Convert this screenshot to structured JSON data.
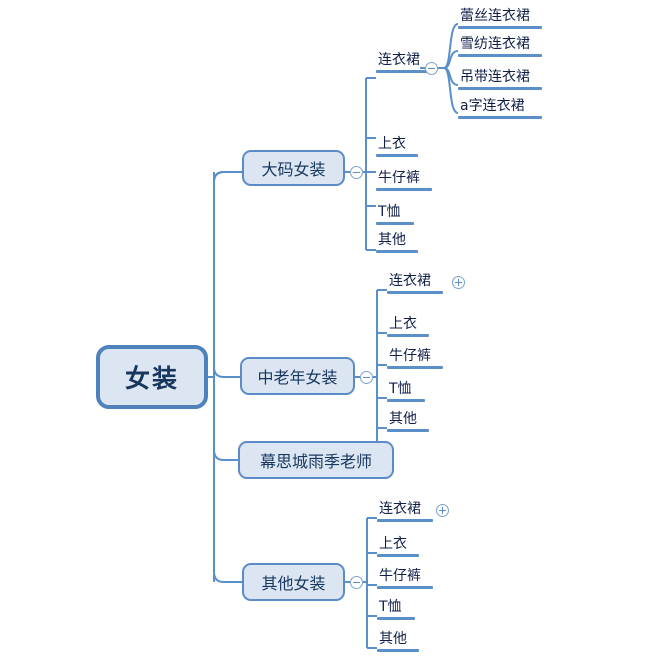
{
  "diagram": {
    "type": "mind-map",
    "title": "女装",
    "colors": {
      "root_border": "#4f81bd",
      "node_fill": "#dce6f2",
      "node_border": "#5b8cc8",
      "connector": "#5b8fc9",
      "text": "#17375e",
      "underline": "#5b8fc9"
    }
  },
  "root": {
    "label": "女装"
  },
  "branches": [
    {
      "label": "大码女装",
      "knob": "collapse-icon",
      "children": [
        {
          "label": "连衣裙",
          "knob": "collapse-icon",
          "children": [
            {
              "label": "蕾丝连衣裙"
            },
            {
              "label": "雪纺连衣裙"
            },
            {
              "label": "吊带连衣裙"
            },
            {
              "label": "a字连衣裙"
            }
          ]
        },
        {
          "label": "上衣"
        },
        {
          "label": "牛仔裤"
        },
        {
          "label": "T恤"
        },
        {
          "label": "其他"
        }
      ]
    },
    {
      "label": "中老年女装",
      "knob": "collapse-icon",
      "children": [
        {
          "label": "连衣裙",
          "knob": "expand-icon"
        },
        {
          "label": "上衣"
        },
        {
          "label": "牛仔裤"
        },
        {
          "label": "T恤"
        },
        {
          "label": "其他"
        }
      ]
    },
    {
      "label": "幕思城雨季老师",
      "children": []
    },
    {
      "label": "其他女装",
      "knob": "collapse-icon",
      "children": [
        {
          "label": "连衣裙",
          "knob": "expand-icon"
        },
        {
          "label": "上衣"
        },
        {
          "label": "牛仔裤"
        },
        {
          "label": "T恤"
        },
        {
          "label": "其他"
        }
      ]
    }
  ]
}
